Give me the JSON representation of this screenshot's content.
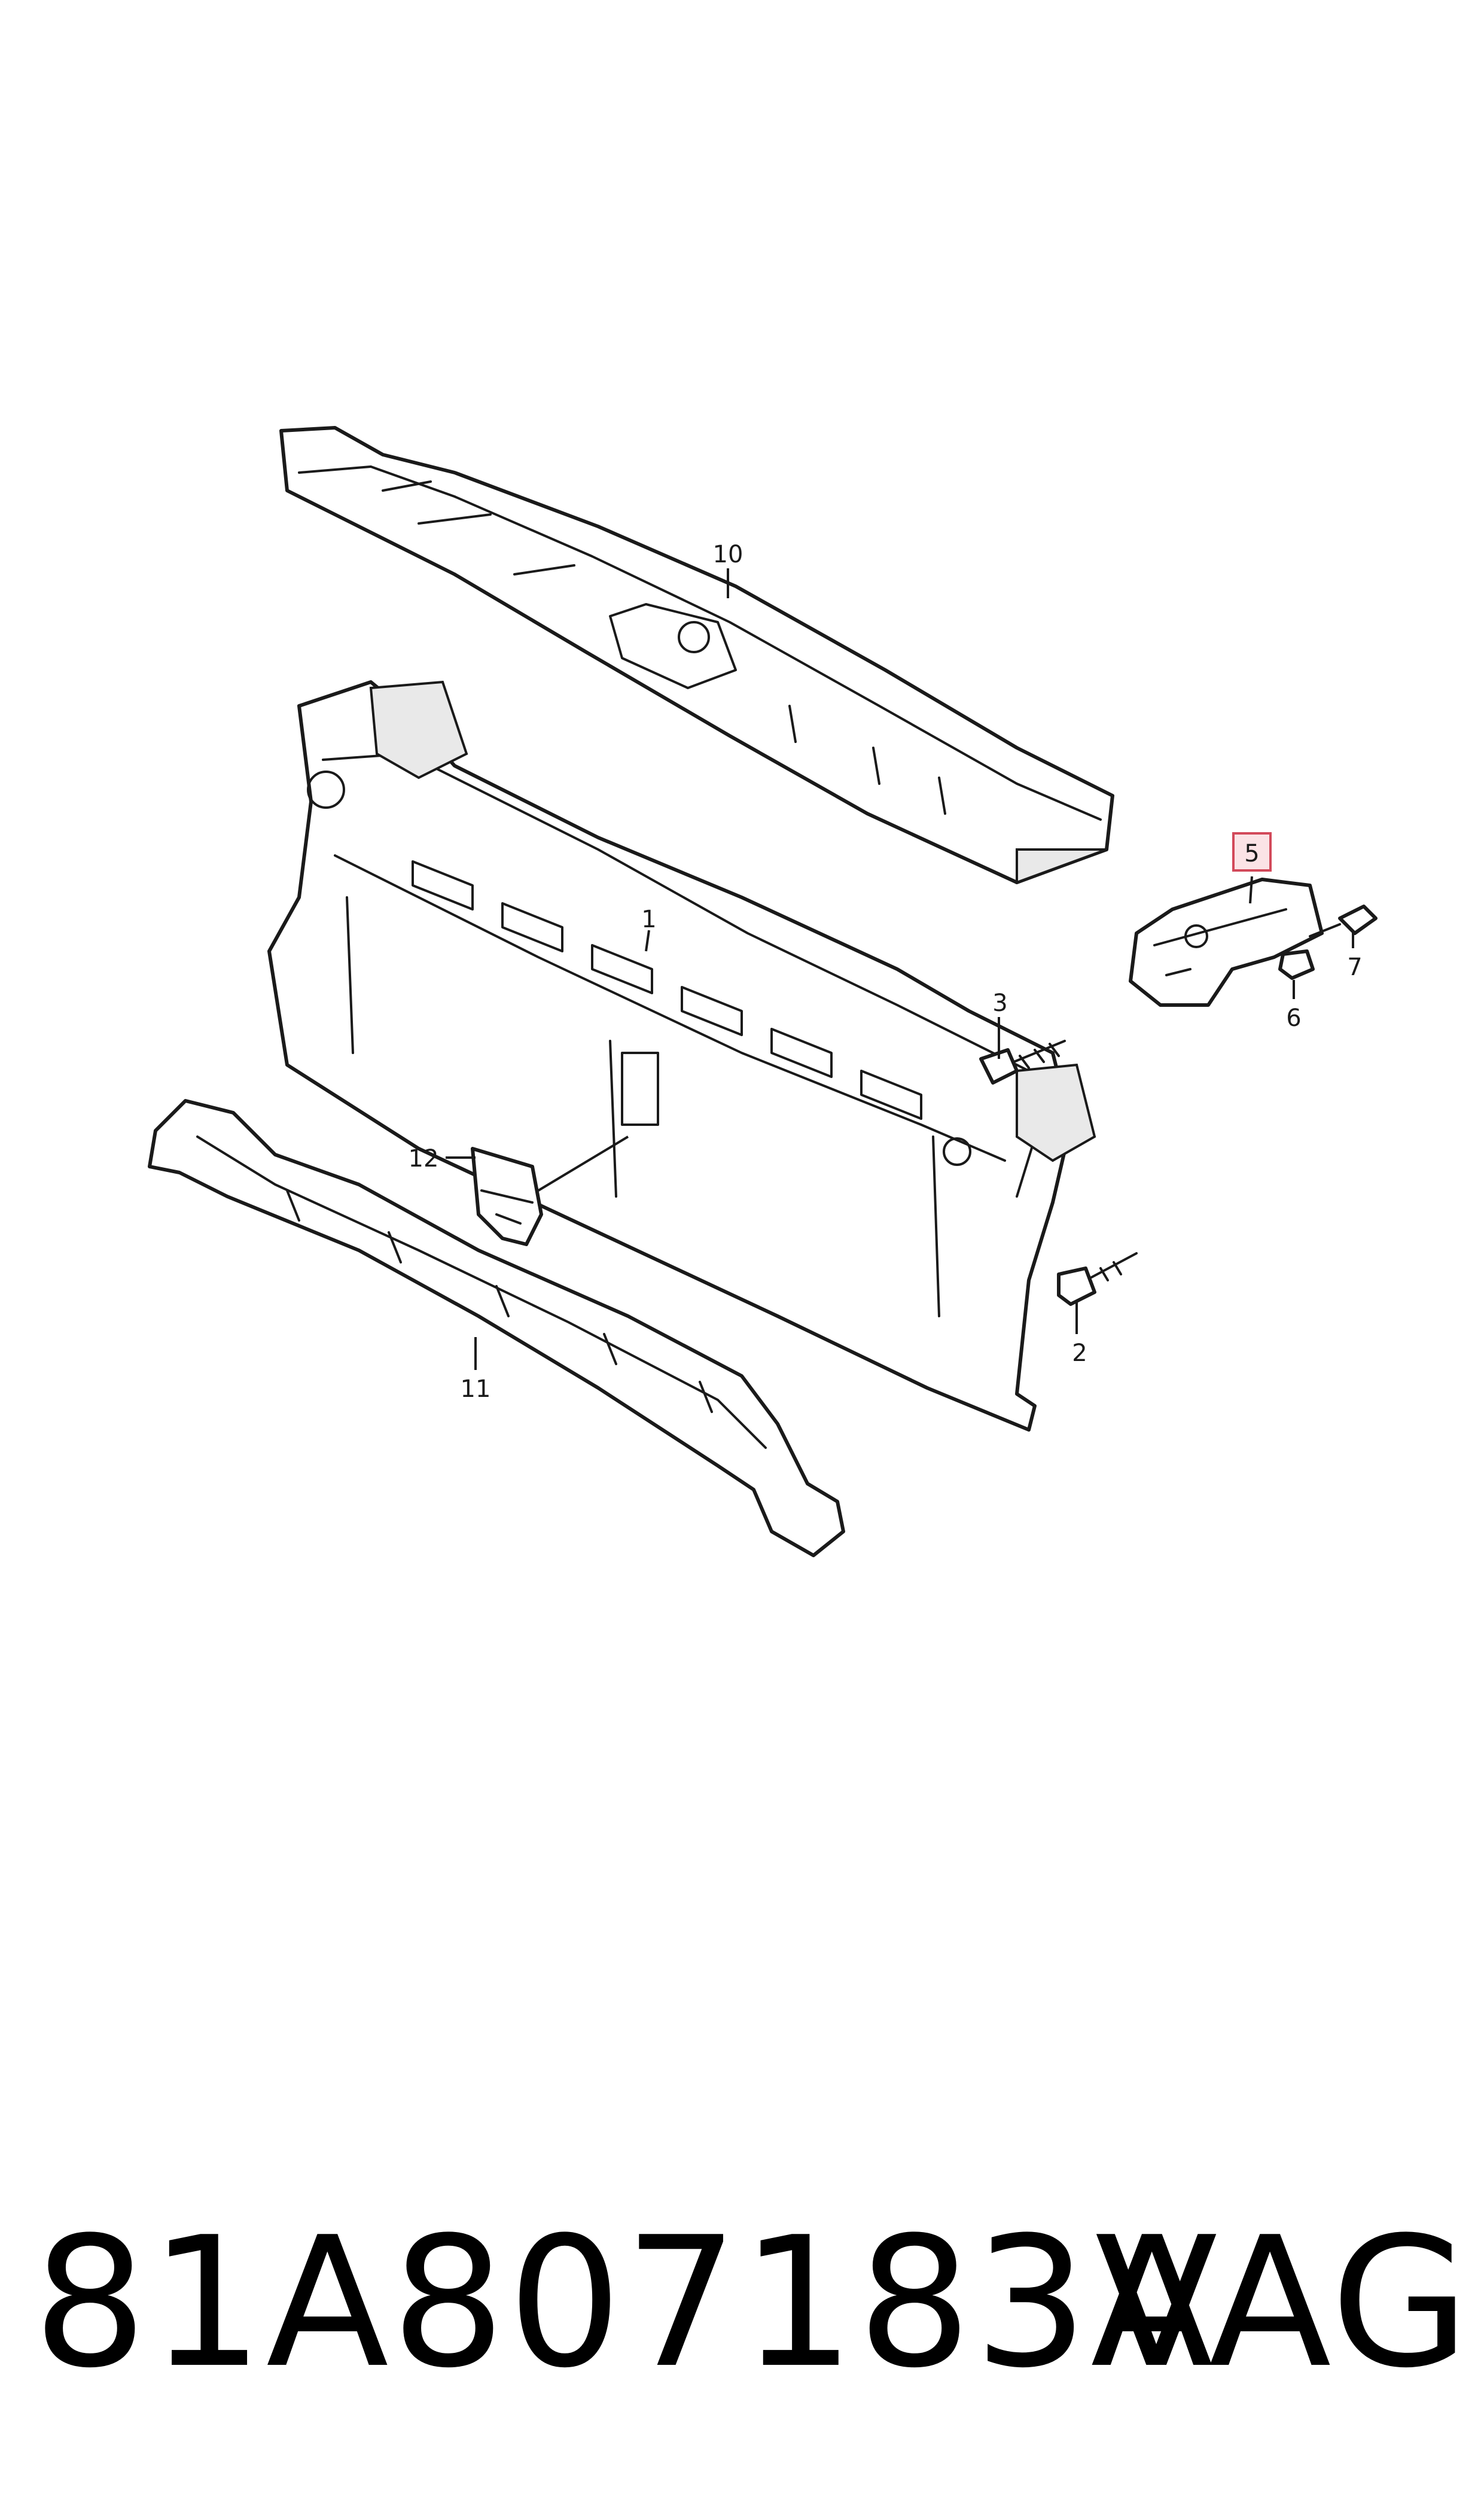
{
  "callouts": [
    {
      "id": "1",
      "label": "1"
    },
    {
      "id": "2",
      "label": "2"
    },
    {
      "id": "3",
      "label": "3"
    },
    {
      "id": "5",
      "label": "5",
      "highlighted": true
    },
    {
      "id": "6",
      "label": "6"
    },
    {
      "id": "7",
      "label": "7"
    },
    {
      "id": "10",
      "label": "10"
    },
    {
      "id": "11",
      "label": "11"
    },
    {
      "id": "12",
      "label": "12"
    }
  ],
  "footer": {
    "part_number": "81A807183A",
    "brand": "VAG"
  },
  "colors": {
    "line": "#1a1a1a",
    "highlight_fill": "#fbe3e6",
    "highlight_stroke": "#d2495a"
  }
}
